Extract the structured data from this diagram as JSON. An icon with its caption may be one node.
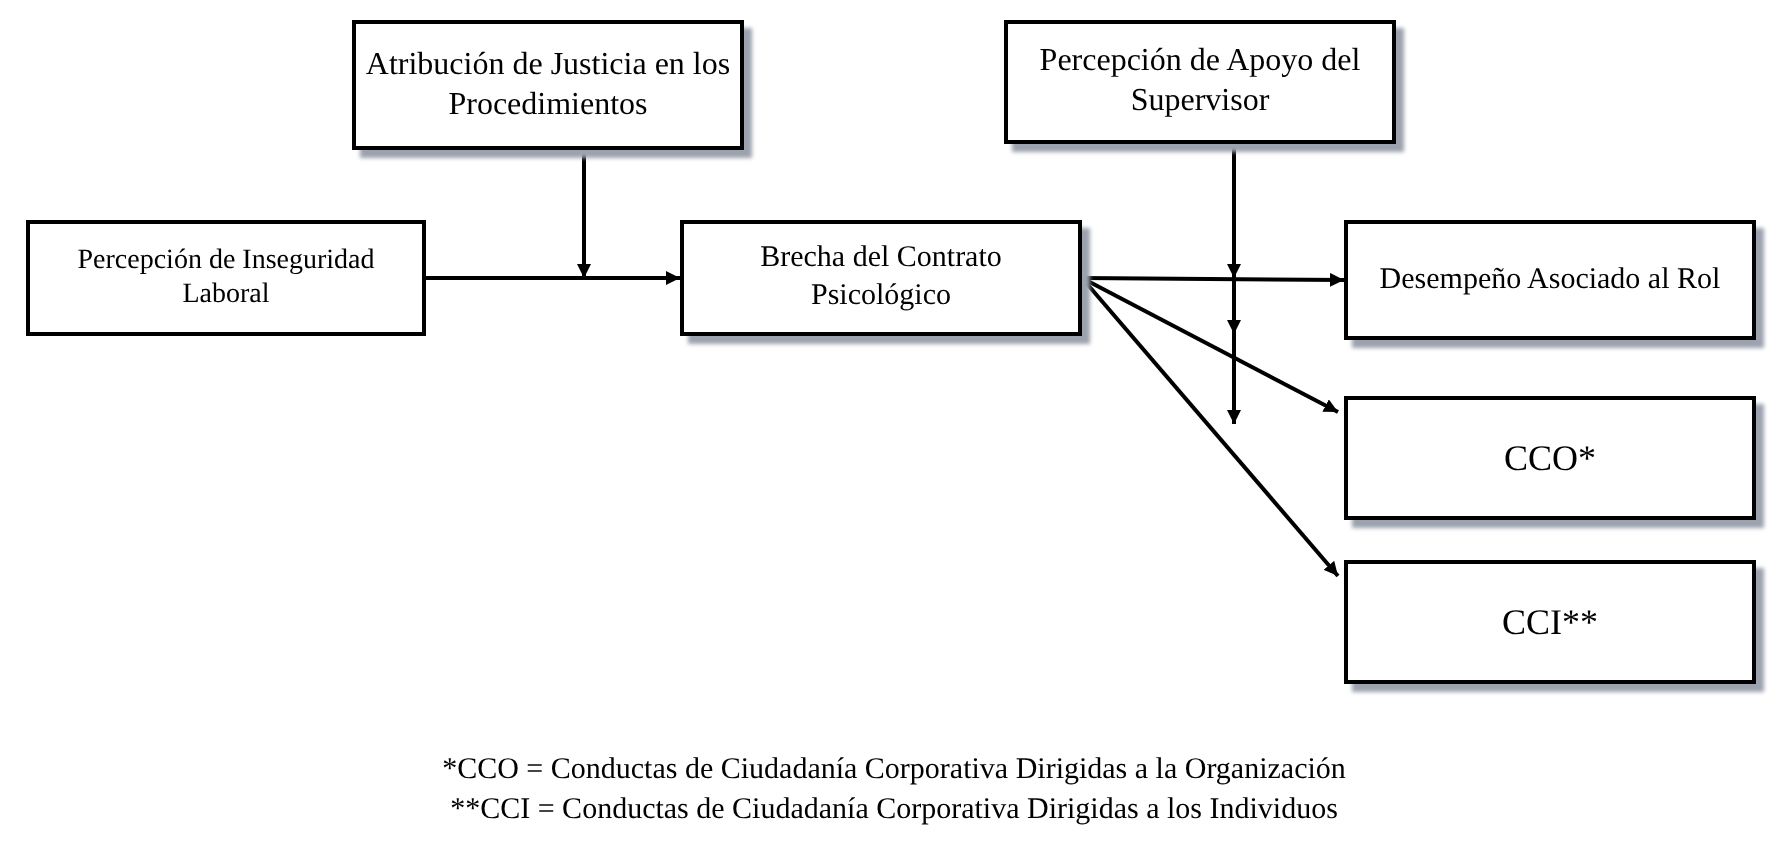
{
  "diagram": {
    "nodes": [
      {
        "text": [
          "Atribución de Justicia en los Procedimientos"
        ]
      },
      {
        "text": [
          "Percepción de Apoyo del Supervisor"
        ]
      },
      {
        "text": [
          "Percepción de Inseguridad Laboral"
        ]
      },
      {
        "text": [
          "Brecha del Contrato Psicológico"
        ]
      },
      {
        "text": [
          "Desempeño Asociado al Rol"
        ]
      },
      {
        "text": [
          "CCO*"
        ]
      },
      {
        "text": [
          "CCI**"
        ]
      }
    ],
    "edges": [
      {
        "from": 2,
        "to": 3,
        "arrow": "to"
      },
      {
        "from": 0,
        "to": null,
        "arrow": "to"
      },
      {
        "from": 3,
        "to": 4,
        "arrow": "to"
      },
      {
        "from": 3,
        "to": 5,
        "arrow": "to"
      },
      {
        "from": 3,
        "to": 6,
        "arrow": "to"
      },
      {
        "from": 1,
        "to": null,
        "arrow": "to"
      },
      {
        "from": 1,
        "to": null,
        "arrow": "to"
      },
      {
        "from": 1,
        "to": null,
        "arrow": "to"
      }
    ],
    "labels": [
      "*CCO = Conductas de Ciudadanía Corporativa Dirigidas a la Organización",
      "**CCI = Conductas de Ciudadanía Corporativa Dirigidas a los Individuos"
    ]
  }
}
